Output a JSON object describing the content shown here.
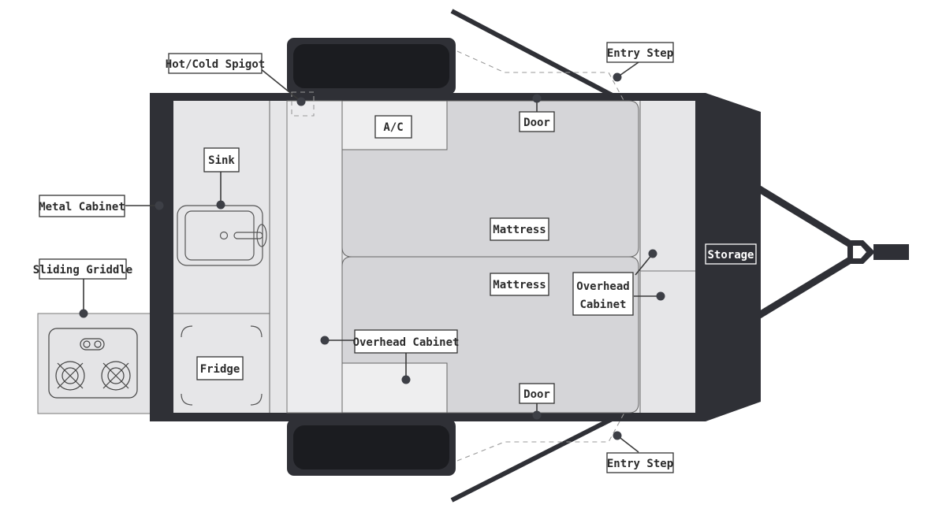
{
  "labels": {
    "hot_cold_spigot": "Hot/Cold Spigot",
    "entry_step_top": "Entry Step",
    "entry_step_bottom": "Entry Step",
    "ac": "A/C",
    "door_top": "Door",
    "door_bottom": "Door",
    "sink": "Sink",
    "metal_cabinet": "Metal Cabinet",
    "mattress_upper": "Mattress",
    "mattress_lower": "Mattress",
    "storage": "Storage",
    "overhead_cabinet_right_line1": "Overhead",
    "overhead_cabinet_right_line2": "Cabinet",
    "sliding_griddle": "Sliding Griddle",
    "overhead_cabinet_center": "Overhead Cabinet",
    "fridge": "Fridge"
  },
  "colors": {
    "frame": "#2f3036",
    "interior": "#e6e6e8",
    "mattress": "#d5d5d8",
    "outline": "#555555"
  }
}
